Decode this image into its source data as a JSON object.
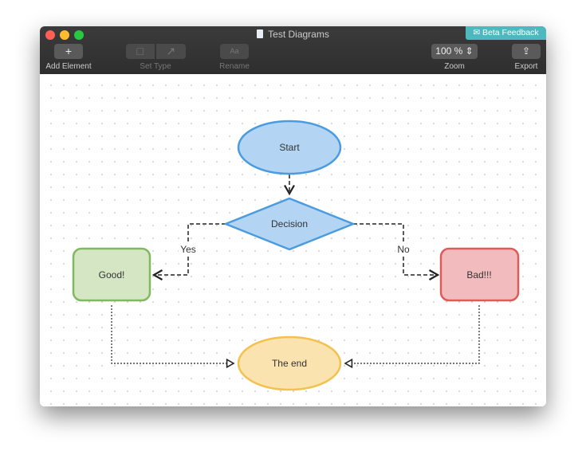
{
  "window": {
    "title": "Test Diagrams",
    "beta_feedback": "Beta Feedback"
  },
  "toolbar": {
    "add_element": "Add Element",
    "add_icon": "+",
    "set_type": "Set Type",
    "rename": "Rename",
    "rename_icon": "Aa",
    "zoom_value": "100 %",
    "zoom": "Zoom",
    "export": "Export"
  },
  "diagram": {
    "start": "Start",
    "decision": "Decision",
    "good": "Good!",
    "bad": "Bad!!!",
    "end": "The end",
    "yes": "Yes",
    "no": "No",
    "colors": {
      "blue_fill": "#b3d5f3",
      "blue_stroke": "#4a9be0",
      "green_fill": "#d4e6c4",
      "green_stroke": "#82b960",
      "red_fill": "#f2bcbf",
      "red_stroke": "#e05a5a",
      "yellow_fill": "#fbe3b0",
      "yellow_stroke": "#f2c14e"
    }
  }
}
